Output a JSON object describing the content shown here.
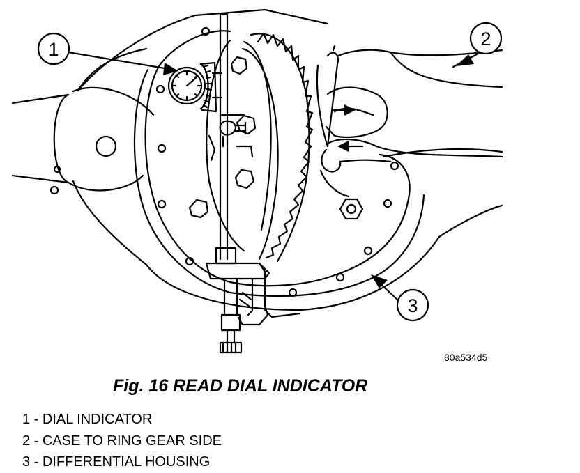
{
  "figure": {
    "caption": "Fig. 16 READ DIAL INDICATOR",
    "art_code": "80a534d5",
    "callouts": [
      {
        "number": "1",
        "label": "DIAL INDICATOR"
      },
      {
        "number": "2",
        "label": "CASE TO RING GEAR SIDE"
      },
      {
        "number": "3",
        "label": "DIFFERENTIAL HOUSING"
      }
    ],
    "legend": [
      "1 - DIAL INDICATOR",
      "2 - CASE TO RING GEAR SIDE",
      "3 - DIFFERENTIAL HOUSING"
    ]
  }
}
